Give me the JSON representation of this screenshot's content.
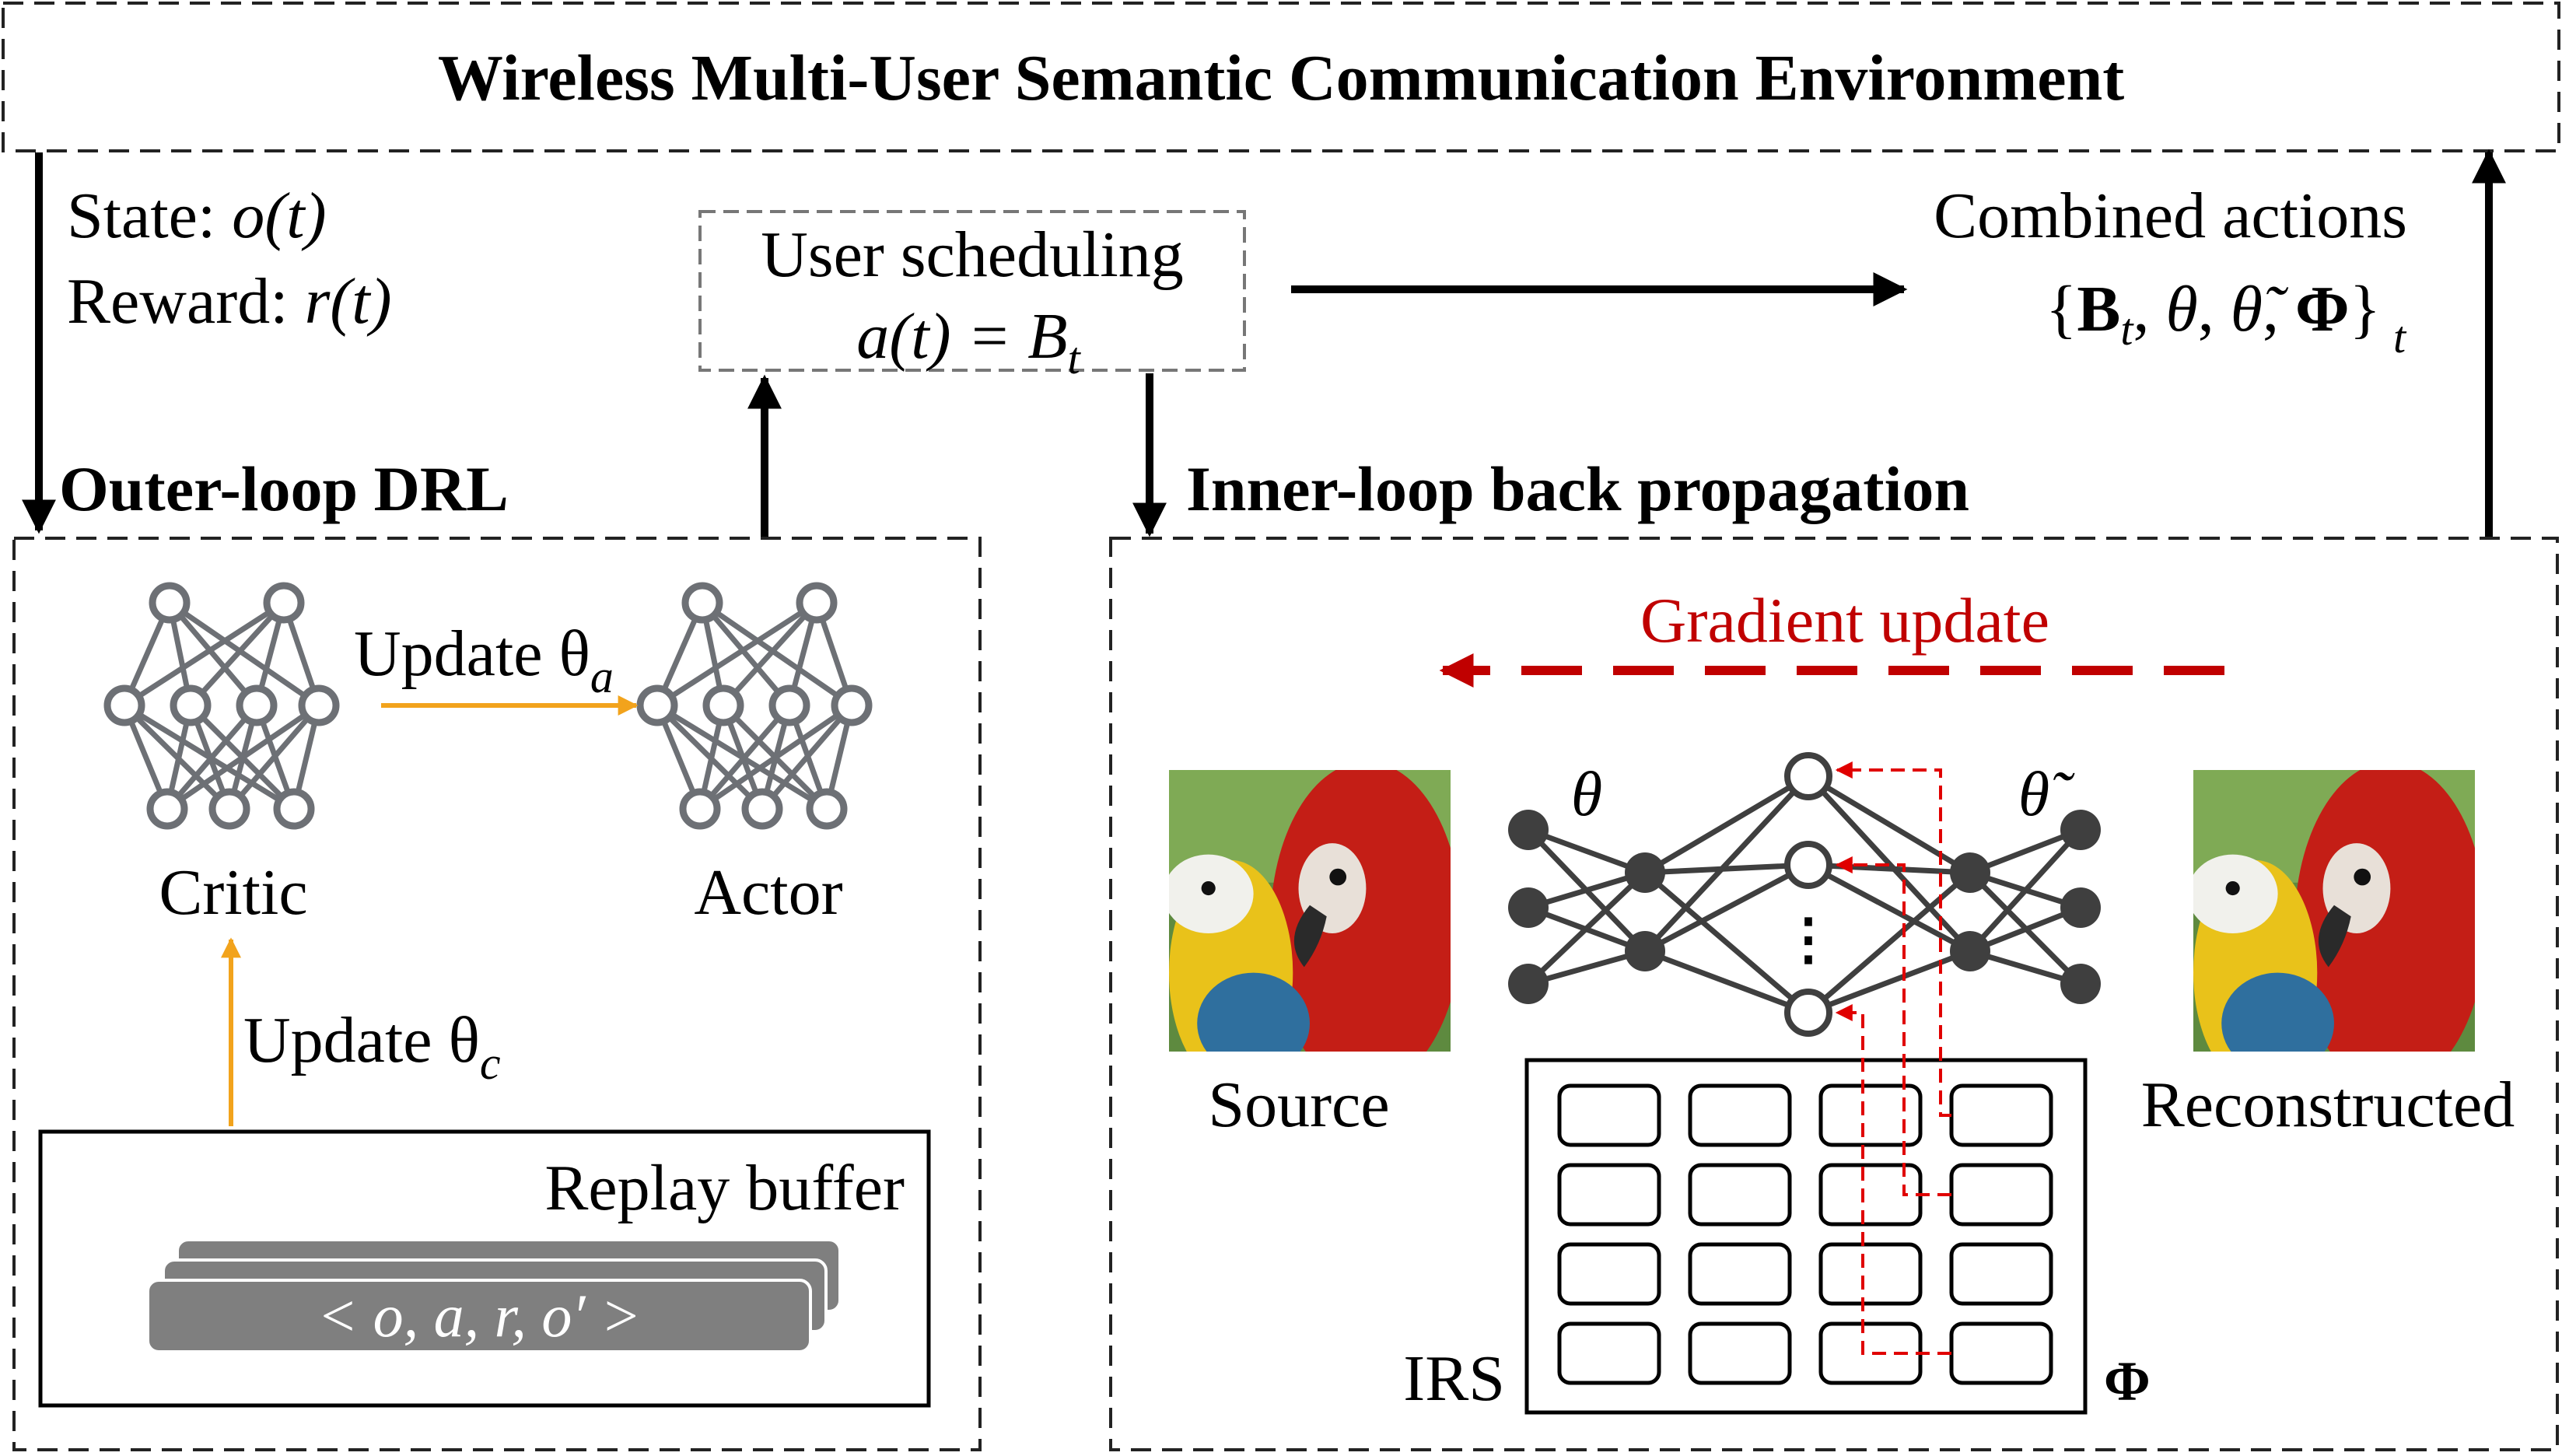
{
  "environment": {
    "title": "Wireless Multi-User Semantic Communication Environment"
  },
  "state_reward": {
    "state_label": "State: ",
    "state_var": "o(t)",
    "reward_label": "Reward: ",
    "reward_var": "r(t)"
  },
  "user_scheduling": {
    "label": "User scheduling",
    "equation": "a(t) = B",
    "subscript": "t"
  },
  "combined_actions": {
    "label": "Combined actions",
    "set_open": "{",
    "B": "B",
    "sub_t": "t",
    "theta": "θ",
    "theta_tilde": "θ̃",
    "phi": "Φ",
    "set_close": "}",
    "outer_sub": "t"
  },
  "outer_loop": {
    "title": "Outer-loop DRL",
    "critic_label": "Critic",
    "actor_label": "Actor",
    "update_actor": "Update θ",
    "update_actor_sub": "a",
    "update_critic": "Update θ",
    "update_critic_sub": "c",
    "replay_title": "Replay buffer",
    "tuple": "< o, a, r, o′ >"
  },
  "inner_loop": {
    "title": "Inner-loop back propagation",
    "gradient_label": "Gradient update",
    "encoder_param": "θ",
    "decoder_param": "θ̃",
    "ellipsis": "⋮",
    "source_label": "Source",
    "reconstructed_label": "Reconstructed",
    "irs_label": "IRS",
    "phi_label": "Φ"
  },
  "colors": {
    "dark": "#000000",
    "node": "#6d7075",
    "node_dark": "#3f3f3f",
    "orange": "#f2a31c",
    "red": "#c00000",
    "grey_bar": "#7f7f7f"
  },
  "icons": [
    "critic-network-icon",
    "actor-network-icon",
    "autoencoder-network-icon",
    "parrot-image",
    "irs-panel-icon"
  ]
}
